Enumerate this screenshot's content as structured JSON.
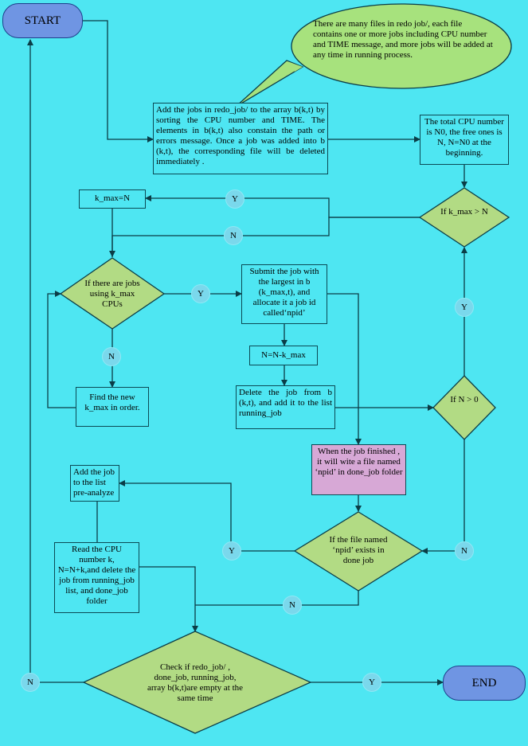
{
  "terminals": {
    "start": "START",
    "end": "END"
  },
  "callout": "There are many files  in redo job/, each file contains one or more jobs including CPU number and TIME message, and more jobs will be added at any time in running process.",
  "boxes": {
    "add_jobs": "Add the jobs in redo_job/  to the array b(k,t) by sorting the CPU number and TIME.  The elements in b(k,t) also constain the path or errors message. Once a job was added into b (k,t), the corresponding file will be deleted immediately .",
    "total_cpu": "The total CPU number is N0, the free ones is N,   N=N0 at the beginning.",
    "kmax_eq_n": "k_max=N",
    "find_new": "Find the new k_max in order.",
    "submit": "Submit the job with the largest in b (k_max,t),   and allocate it a job id called‘npid’",
    "n_minus": "N=N-k_max",
    "delete_job": "Delete the job from b (k,t), and add it to the list running_job",
    "finished": "When the job finished , it will wite a file named ‘npid’ in done_job folder",
    "add_pre": "Add the job to the list pre-analyze",
    "read_cpu": "Read the CPU number k, N=N+k,and delete the job from running_job list, and done_job folder"
  },
  "decisions": {
    "kmax_gt_n": "If k_max > N",
    "jobs_using": "If there are jobs using k_max CPUs",
    "n_gt_0": "If N > 0",
    "file_exists": "If the file named ‘npid’ exists in done job",
    "check_empty": "Check if redo_job/ , done_job,  running_job, array b(k,t)are empty at the same time"
  },
  "labels": {
    "yes": "Y",
    "no": "N"
  }
}
